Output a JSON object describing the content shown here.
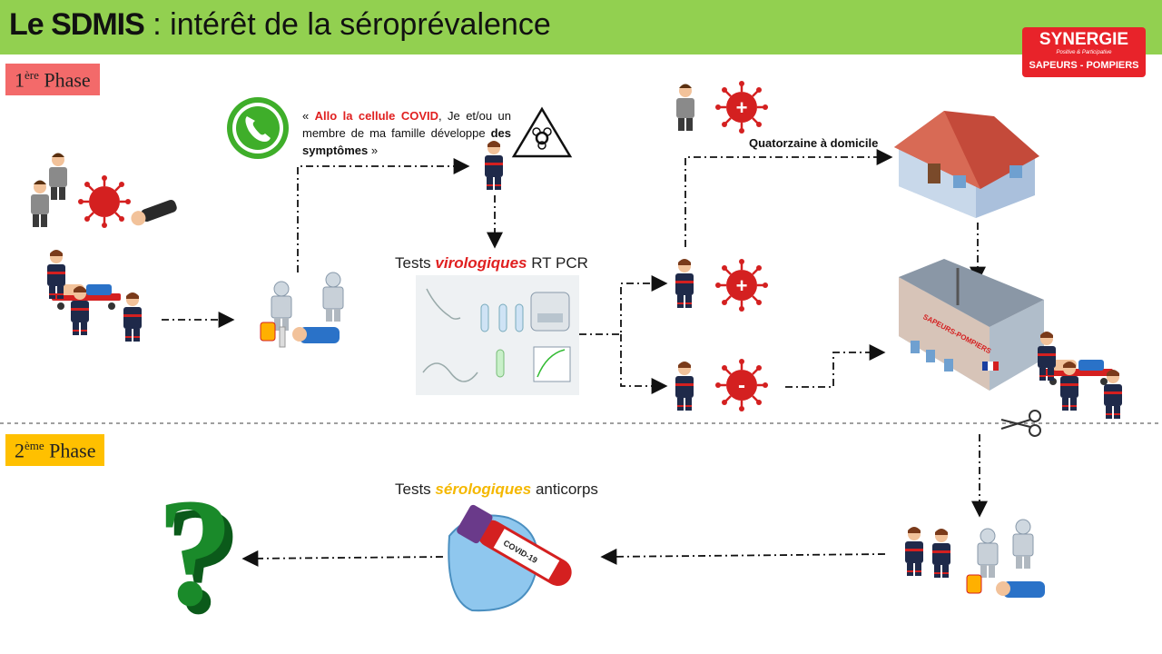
{
  "title": {
    "bold": "Le SDMIS",
    "rest": " : intérêt de la séroprévalence"
  },
  "phases": [
    {
      "num": "1",
      "sup": "ère",
      "label": " Phase"
    },
    {
      "num": "2",
      "sup": "ème",
      "label": " Phase"
    }
  ],
  "logo": {
    "line1": "SYNERGIE",
    "line2": "Positive & Participative",
    "line3": "SAPEURS - POMPIERS"
  },
  "call_quote": {
    "open": "« ",
    "highlight": "Allo la cellule COVID",
    "middle": ", Je et/ou un membre de ma famille développe ",
    "bold_end": "des symptômes",
    "close": " »"
  },
  "tests_virologiques": {
    "prefix": "Tests ",
    "emph": "virologiques",
    "suffix": " RT PCR"
  },
  "tests_serologiques": {
    "prefix": "Tests ",
    "emph": "sérologiques",
    "suffix": "  anticorps"
  },
  "quatorzaine": "Quatorzaine à domicile",
  "test_results": {
    "positive": "+",
    "negative": "-"
  },
  "station_sign": "SAPEURS-POMPIERS",
  "tube_label": "COVID-19",
  "colors": {
    "title_bar": "#92d050",
    "phase1": "#f36a6a",
    "phase2": "#ffc000",
    "virus": "#d42020",
    "uniform": "#1f2a4a",
    "accent_red": "#e02020"
  },
  "icons": [
    "phone-icon",
    "biohazard-icon",
    "virus-icon",
    "house-icon",
    "fire-station-icon",
    "scissors-icon",
    "question-mark-icon",
    "blood-tube-icon",
    "lab-equipment-icon"
  ]
}
